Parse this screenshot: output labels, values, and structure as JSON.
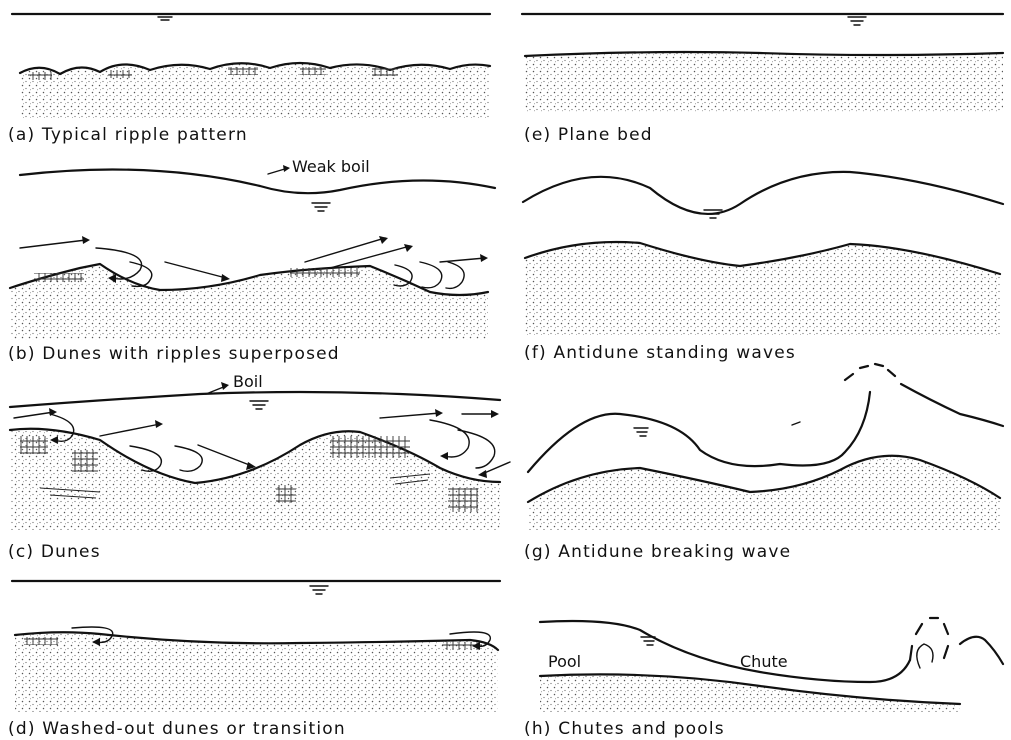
{
  "panels": {
    "a": {
      "caption": "(a) Typical ripple pattern"
    },
    "b": {
      "caption": "(b) Dunes with ripples superposed",
      "label_boil": "Weak boil"
    },
    "c": {
      "caption": "(c) Dunes",
      "label_boil": "Boil"
    },
    "d": {
      "caption": "(d) Washed-out dunes or transition"
    },
    "e": {
      "caption": "(e) Plane bed"
    },
    "f": {
      "caption": "(f) Antidune standing waves"
    },
    "g": {
      "caption": "(g) Antidune breaking wave"
    },
    "h": {
      "caption": "(h) Chutes and pools",
      "label_pool": "Pool",
      "label_chute": "Chute"
    }
  }
}
